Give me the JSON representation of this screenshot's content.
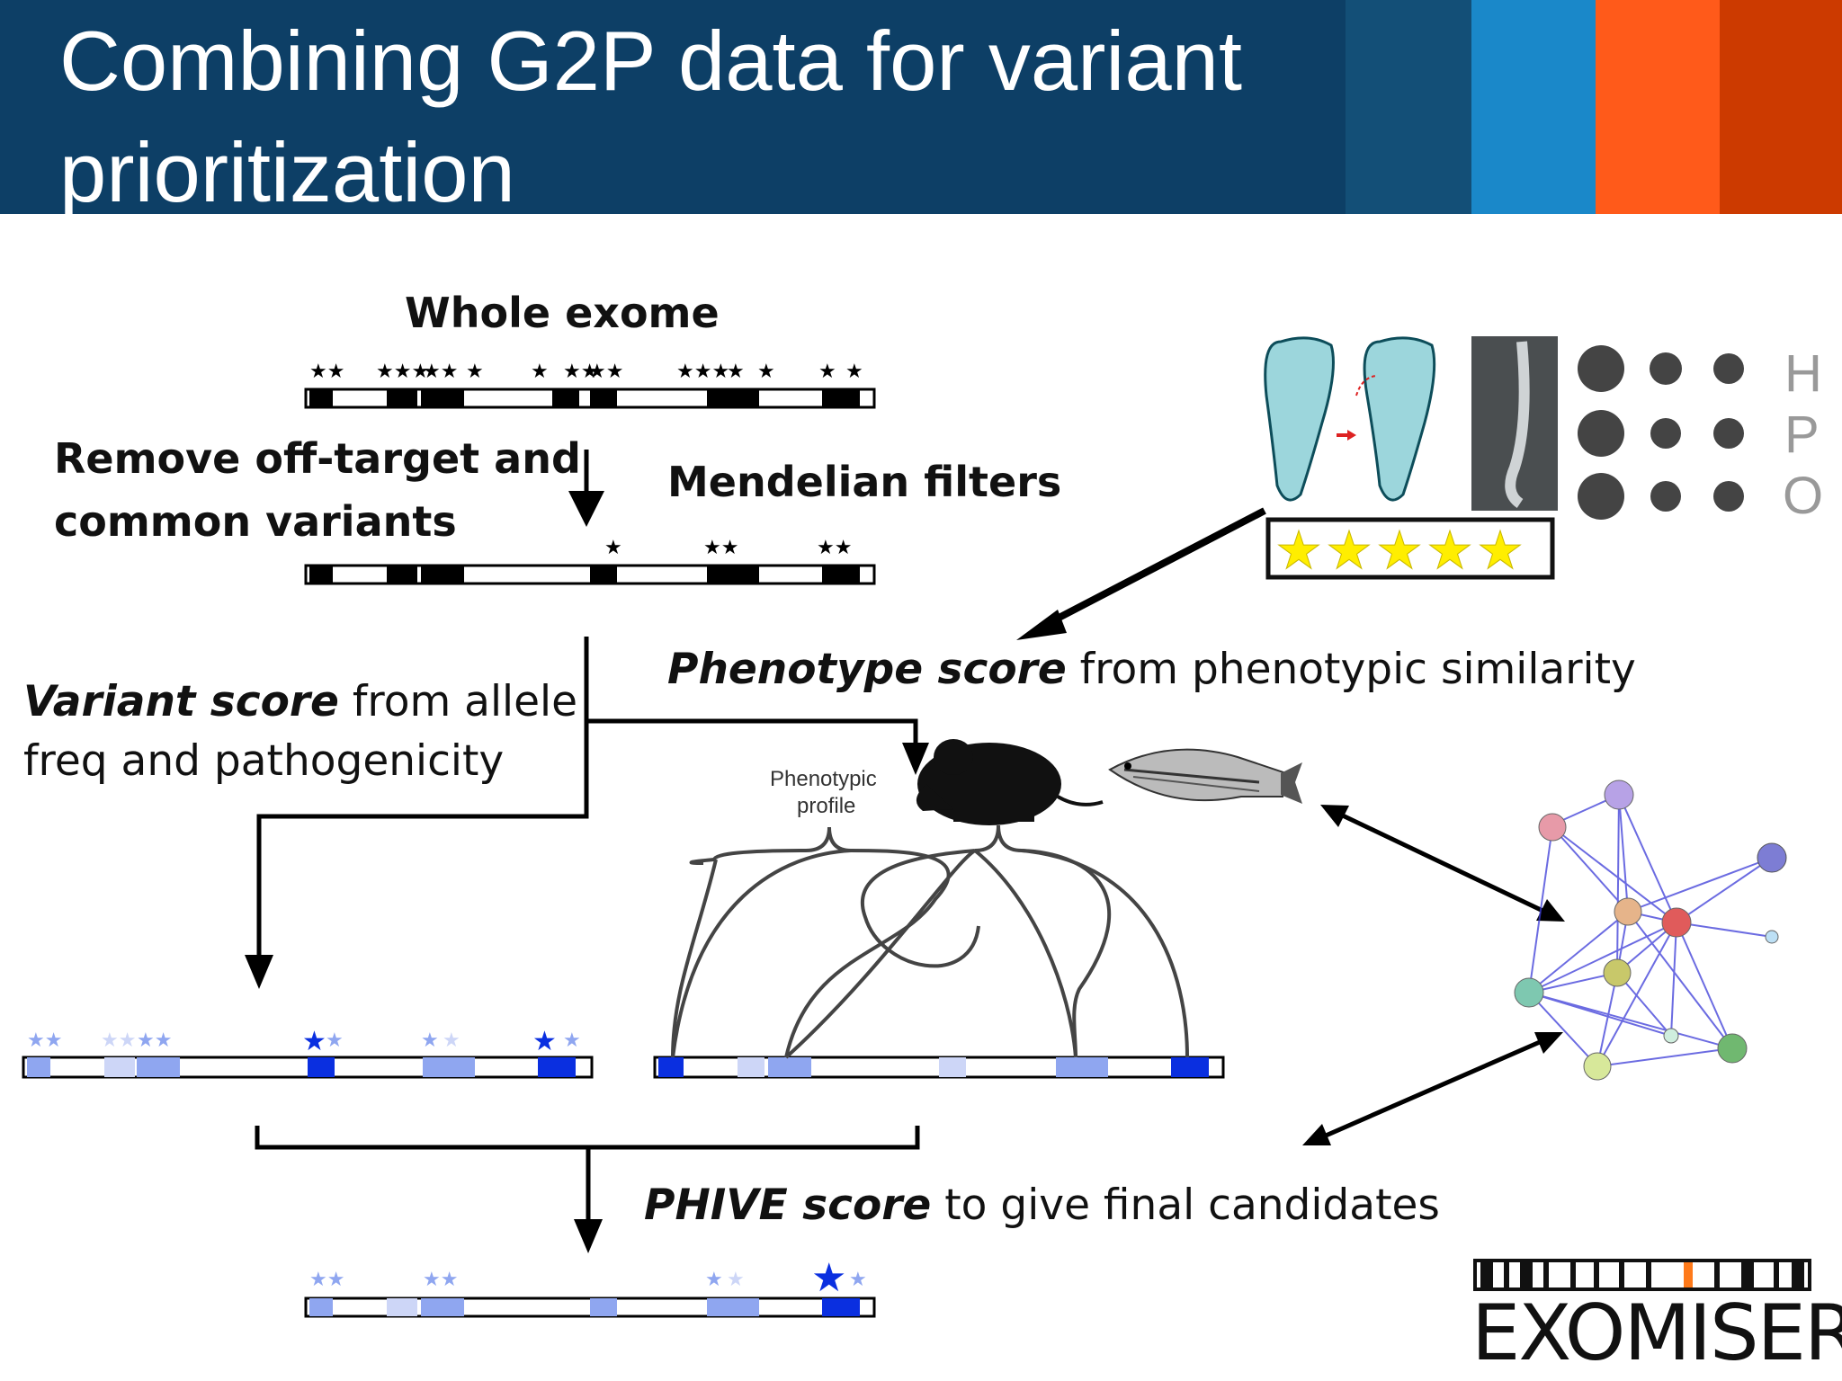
{
  "title": "Combining G2P data for variant prioritization",
  "header_colors": [
    "#0d3f66",
    "#1a88c9",
    "#ff5a1a",
    "#cc3a00"
  ],
  "labels": {
    "whole_exome": "Whole exome",
    "remove_offtarget_line1": "Remove off-target and",
    "remove_offtarget_line2": "common variants",
    "mendelian_filters": "Mendelian filters",
    "variant_score_bold": "Variant score",
    "variant_score_rest": " from allele",
    "variant_score_line2": "freq and pathogenicity",
    "phenotype_score_bold": "Phenotype score",
    "phenotype_score_rest": " from phenotypic similarity",
    "phenotypic_profile_line1": "Phenotypic",
    "phenotypic_profile_line2": "profile",
    "phive_score_bold": "PHIVE score",
    "phive_score_rest": " to give final candidates"
  },
  "hpo_letters": [
    "H",
    "P",
    "O"
  ],
  "logo_text": "EXOMISER",
  "icons": [
    "foot-icon",
    "xray-image",
    "hpo-dots-icon",
    "star-rating-icon",
    "mouse-icon",
    "zebrafish-icon",
    "protein-network-icon"
  ],
  "accent_colors": {
    "variant_blue": "#0a2fe0",
    "light_blue": "#8fa6f0",
    "pale_blue": "#cdd6f7",
    "star_yellow": "#ffee00"
  }
}
